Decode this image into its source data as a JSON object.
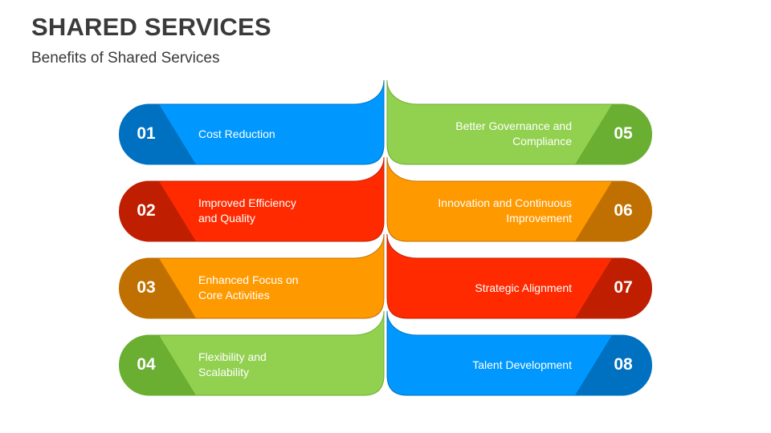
{
  "header": {
    "title": "SHARED SERVICES",
    "subtitle": "Benefits of Shared Services"
  },
  "colors": {
    "blue": [
      "#0098FF",
      "#0070C0"
    ],
    "red": [
      "#FF2A00",
      "#C01E00"
    ],
    "orange": [
      "#FF9900",
      "#C07000"
    ],
    "green": [
      "#92D050",
      "#6AAE32"
    ]
  },
  "items": [
    {
      "number": "01",
      "label": "Cost Reduction",
      "side": "left",
      "color": "blue"
    },
    {
      "number": "02",
      "label": "Improved Efficiency and Quality",
      "side": "left",
      "color": "red"
    },
    {
      "number": "03",
      "label": "Enhanced Focus on Core Activities",
      "side": "left",
      "color": "orange"
    },
    {
      "number": "04",
      "label": "Flexibility and Scalability",
      "side": "left",
      "color": "green"
    },
    {
      "number": "05",
      "label": "Better Governance and Compliance",
      "side": "right",
      "color": "green"
    },
    {
      "number": "06",
      "label": "Innovation and Continuous Improvement",
      "side": "right",
      "color": "orange"
    },
    {
      "number": "07",
      "label": "Strategic Alignment",
      "side": "right",
      "color": "red"
    },
    {
      "number": "08",
      "label": "Talent Development",
      "side": "right",
      "color": "blue"
    }
  ]
}
